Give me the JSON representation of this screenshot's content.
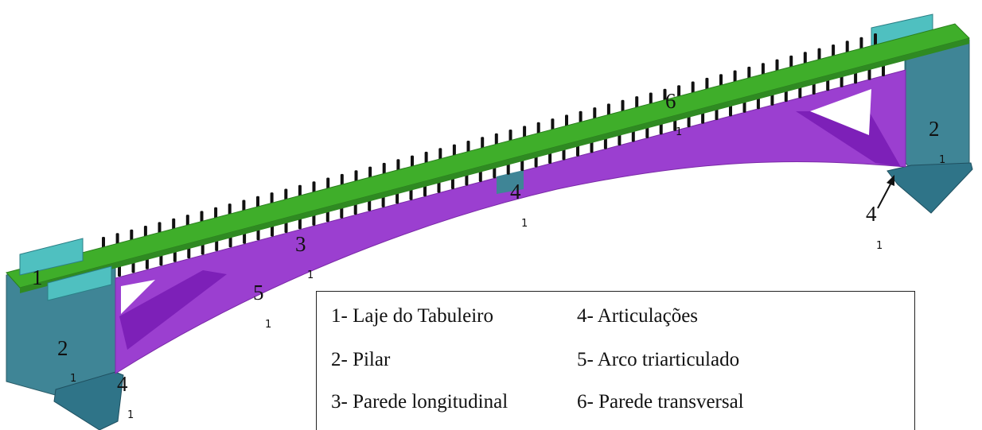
{
  "labels": {
    "deck_left": {
      "num": "1"
    },
    "pillar_left": {
      "num": "2",
      "sub": "1"
    },
    "pillar_right": {
      "num": "2",
      "sub": "1"
    },
    "wall_long": {
      "num": "3",
      "sub": "1"
    },
    "hinge_left": {
      "num": "4",
      "sub": "1"
    },
    "hinge_mid": {
      "num": "4",
      "sub": "1"
    },
    "hinge_right": {
      "num": "4",
      "sub": "1"
    },
    "arch": {
      "num": "5",
      "sub": "1"
    },
    "wall_trans": {
      "num": "6",
      "sub": "1"
    }
  },
  "legend": {
    "items": [
      "1-   Laje do Tabuleiro",
      "4- Articulações",
      "2- Pilar",
      "5- Arco triarticulado",
      "3- Parede longitudinal",
      "6- Parede transversal"
    ]
  },
  "colors": {
    "deck": "#3fae2a",
    "arch": "#9b3fd0",
    "pillar": "#3f8596",
    "bearing": "#4fc0c0",
    "posts": "#111111"
  }
}
